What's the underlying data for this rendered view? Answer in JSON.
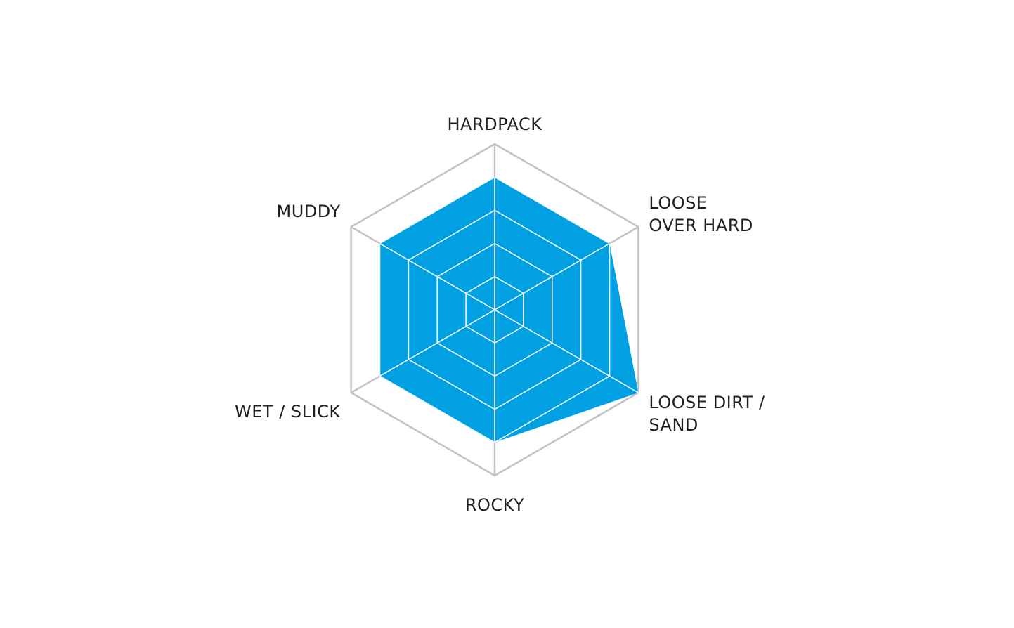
{
  "chart_data": {
    "type": "radar",
    "axes": [
      {
        "label": [
          "HARDPACK"
        ],
        "value": 4
      },
      {
        "label": [
          "LOOSE",
          "OVER HARD"
        ],
        "value": 4
      },
      {
        "label": [
          "LOOSE DIRT /",
          "SAND"
        ],
        "value": 5
      },
      {
        "label": [
          "ROCKY"
        ],
        "value": 4
      },
      {
        "label": [
          "WET / SLICK"
        ],
        "value": 4
      },
      {
        "label": [
          "MUDDY"
        ],
        "value": 4
      }
    ],
    "max": 5,
    "rings": 5,
    "colors": {
      "fill": "#00a0e3",
      "inner_grid": "#ffffff",
      "outer_grid": "#c2c2c2",
      "text": "#1f1f1f"
    }
  }
}
